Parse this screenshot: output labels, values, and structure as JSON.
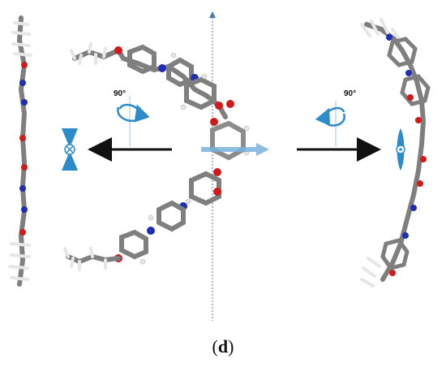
{
  "figure": {
    "rotation_left_label": "90°",
    "rotation_right_label": "90°",
    "caption_open": "(",
    "caption_letter": "d",
    "caption_close": ")"
  },
  "colors": {
    "carbon": "#7f7f7f",
    "hydrogen": "#e6e6e6",
    "nitrogen": "#1f2db5",
    "oxygen": "#d11a1a",
    "arrow": "#111111",
    "rotation": "#2e8bc9",
    "axis": "#4a78a8"
  },
  "icons": {
    "left_symbol": "into-page-cross-icon",
    "right_symbol": "out-of-page-dot-icon"
  }
}
